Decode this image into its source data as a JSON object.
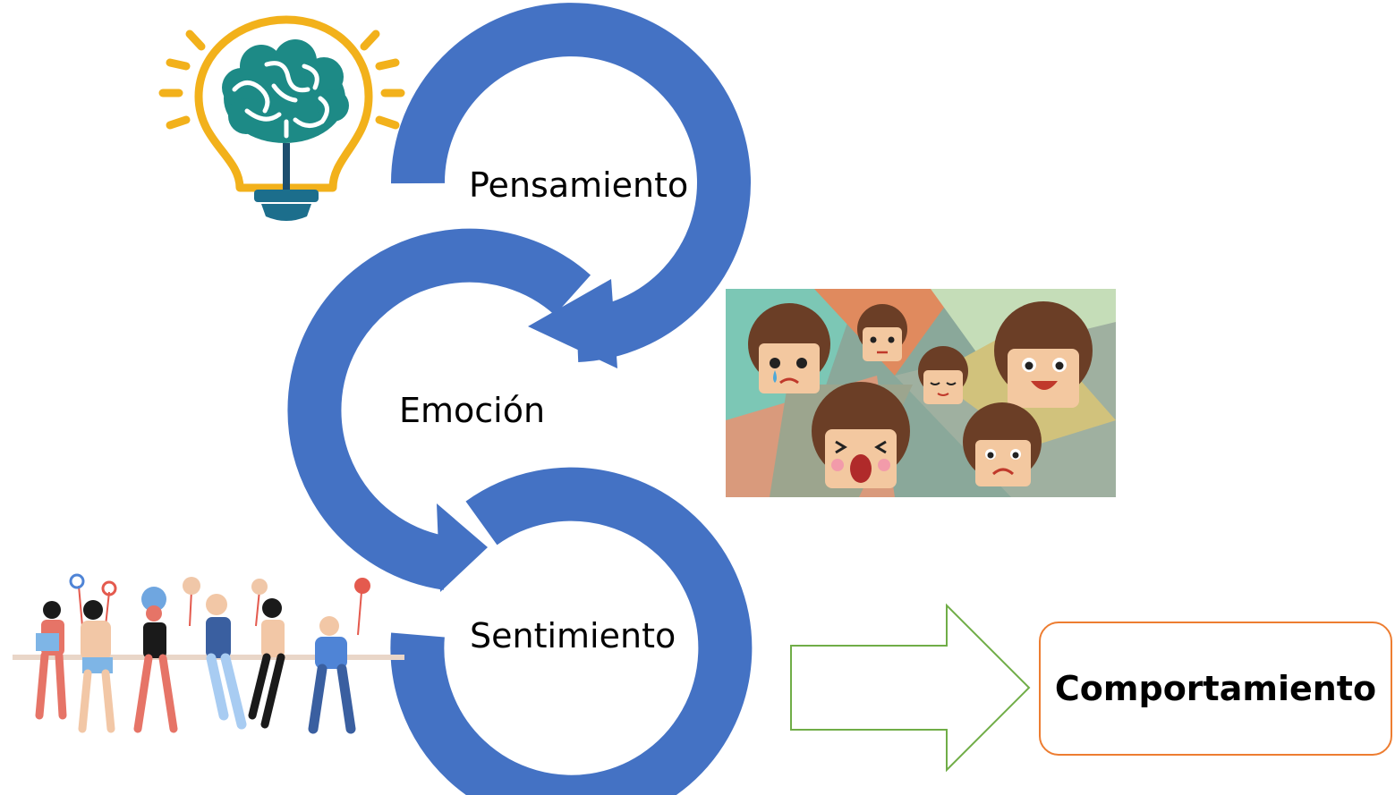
{
  "cycle": {
    "step1": "Pensamiento",
    "step2": "Emoción",
    "step3": "Sentimiento"
  },
  "result": {
    "label": "Comportamiento"
  },
  "icons": {
    "step1_icon": "lightbulb-brain-icon",
    "step2_icon": "emotional-faces-illustration",
    "step3_icon": "people-with-emoji-signs-illustration",
    "connector": "outline-right-arrow"
  },
  "colors": {
    "cycle_arrows": "#4472C4",
    "right_arrow_outline": "#70AD47",
    "result_border": "#ED7D31",
    "bulb_outline": "#F2B11B",
    "brain": "#1D8A86"
  }
}
